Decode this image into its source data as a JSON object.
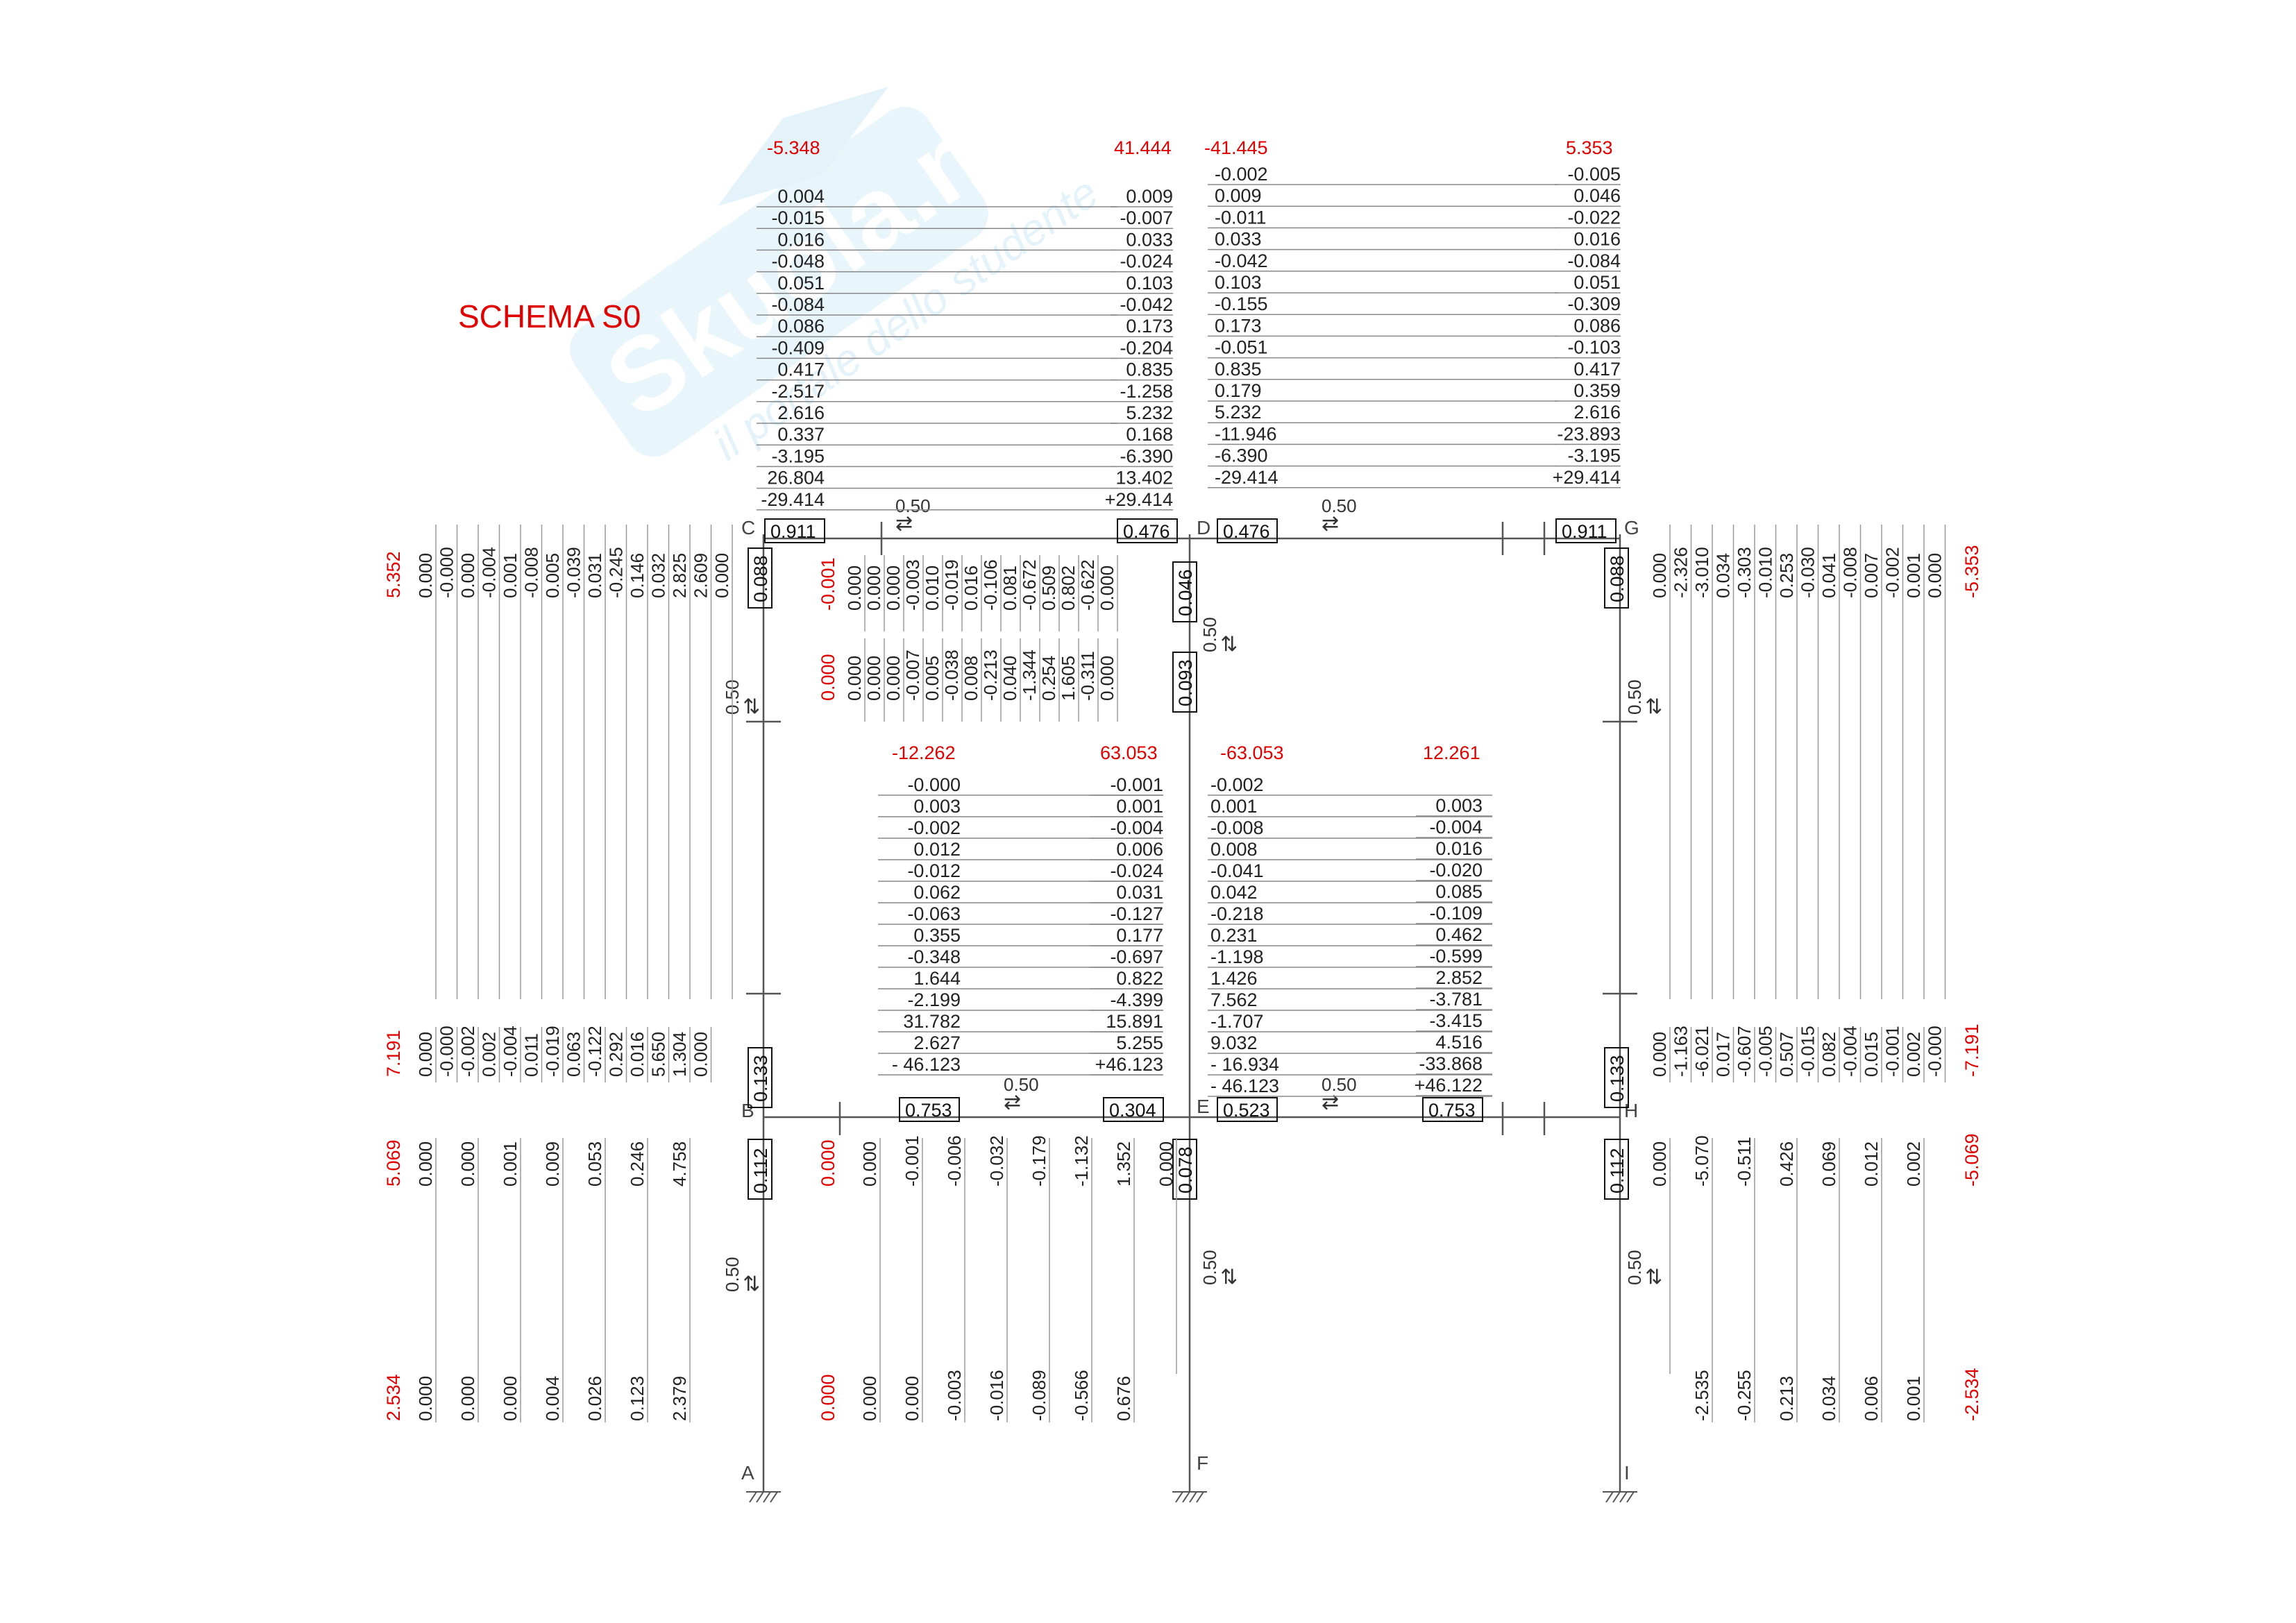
{
  "page": {
    "title": "SCHEMA S0"
  },
  "colors": {
    "black": "#222222",
    "red": "#e00000",
    "line": "#777777",
    "watermark": "#bfe4f4"
  },
  "watermark": {
    "brand": "Skuola.net",
    "tagline": "il portale dello studente",
    "icon": "graduation-cap-icon"
  },
  "nodes": [
    "A",
    "B",
    "C",
    "D",
    "E",
    "F",
    "G",
    "H",
    "I"
  ],
  "step_labels": [
    "0.50",
    "0.50",
    "0.50",
    "0.50",
    "0.50",
    "0.50",
    "0.50",
    "0.50",
    "0.50",
    "0.50"
  ],
  "distribution_factors": {
    "C_beam": "0.911",
    "C_column": "0.088",
    "D_beam_left": "0.476",
    "D_beam_right": "0.476",
    "D_column_upper": "0.046",
    "D_column_lower": "0.093",
    "G_beam": "0.911",
    "G_column": "0.088",
    "B_beam": "0.753",
    "B_column_upper": "0.133",
    "B_column_lower": "0.112",
    "E_beam_left": "0.304",
    "E_beam_right": "0.523",
    "E_column_lower": "0.078",
    "H_beam": "0.753",
    "H_column_upper": "0.133",
    "H_column_lower": "0.112"
  },
  "top_beam": {
    "CD": {
      "final_left": "-5.348",
      "final_right": "41.444",
      "left": [
        "0.004",
        "-0.015",
        "0.016",
        "-0.048",
        "0.051",
        "-0.084",
        "0.086",
        "-0.409",
        "0.417",
        "-2.517",
        "2.616",
        "0.337",
        "-3.195",
        "26.804",
        "-29.414"
      ],
      "right": [
        "0.009",
        "-0.007",
        "0.033",
        "-0.024",
        "0.103",
        "-0.042",
        "0.173",
        "-0.204",
        "0.835",
        "-1.258",
        "5.232",
        "0.168",
        "-6.390",
        "13.402",
        "+29.414"
      ]
    },
    "DG": {
      "final_left": "-41.445",
      "final_right": "5.353",
      "left": [
        "-0.002",
        "0.009",
        "-0.011",
        "0.033",
        "-0.042",
        "0.103",
        "-0.155",
        "0.173",
        "-0.051",
        "0.835",
        "0.179",
        "5.232",
        "-11.946",
        "-6.390",
        "-29.414"
      ],
      "right": [
        "-0.005",
        "0.046",
        "-0.022",
        "0.016",
        "-0.084",
        "0.051",
        "-0.309",
        "0.086",
        "-0.103",
        "0.417",
        "0.359",
        "2.616",
        "-23.893",
        "-3.195",
        "+29.414"
      ]
    }
  },
  "bottom_beam": {
    "BE": {
      "final_left": "-12.262",
      "final_right": "63.053",
      "left": [
        "-0.000",
        "0.003",
        "-0.002",
        "0.012",
        "-0.012",
        "0.062",
        "-0.063",
        "0.355",
        "-0.348",
        "1.644",
        "-2.199",
        "31.782",
        "2.627",
        "- 46.123"
      ],
      "right": [
        "-0.001",
        "0.001",
        "-0.004",
        "0.006",
        "-0.024",
        "0.031",
        "-0.127",
        "0.177",
        "-0.697",
        "0.822",
        "-4.399",
        "15.891",
        "5.255",
        "+46.123"
      ]
    },
    "EH": {
      "final_left": "-63.053",
      "final_right": "12.261",
      "left": [
        "-0.002",
        "0.001",
        "-0.008",
        "0.008",
        "-0.041",
        "0.042",
        "-0.218",
        "0.231",
        "-1.198",
        "1.426",
        "7.562",
        "-1.707",
        "9.032",
        "- 16.934",
        "- 46.123"
      ],
      "right": [
        "0.003",
        "-0.004",
        "0.016",
        "-0.020",
        "0.085",
        "-0.109",
        "0.462",
        "-0.599",
        "2.852",
        "-3.781",
        "-3.415",
        "4.516",
        "-33.868",
        "+46.122"
      ]
    }
  },
  "columns": {
    "BC_top": {
      "final": "5.352",
      "values": [
        "0.000",
        "-0.000",
        "0.000",
        "-0.004",
        "0.001",
        "-0.008",
        "0.005",
        "-0.039",
        "0.031",
        "-0.245",
        "0.146",
        "0.032",
        "2.825",
        "2.609",
        "0.000"
      ]
    },
    "DE_top": {
      "final": "-0.001",
      "values": [
        "0.000",
        "0.000",
        "0.000",
        "-0.003",
        "0.010",
        "-0.019",
        "0.016",
        "-0.106",
        "0.081",
        "-0.672",
        "0.509",
        "0.802",
        "-0.622",
        "0.000"
      ]
    },
    "DE_bottom": {
      "final": "0.000",
      "values": [
        "0.000",
        "0.000",
        "0.000",
        "-0.007",
        "0.005",
        "-0.038",
        "0.008",
        "-0.213",
        "0.040",
        "-1.344",
        "0.254",
        "1.605",
        "-0.311",
        "0.000"
      ]
    },
    "GH_top": {
      "final": "-5.353",
      "values": [
        "0.000",
        "-2.326",
        "-3.010",
        "0.034",
        "-0.303",
        "-0.010",
        "0.253",
        "-0.030",
        "0.041",
        "-0.008",
        "0.007",
        "-0.002",
        "0.001",
        "0.000"
      ]
    },
    "BC_bottom": {
      "final": "7.191",
      "values": [
        "0.000",
        "-0.000",
        "-0.002",
        "0.002",
        "-0.004",
        "0.011",
        "-0.019",
        "0.063",
        "-0.122",
        "0.292",
        "0.016",
        "5.650",
        "1.304",
        "0.000"
      ]
    },
    "GH_bottom": {
      "final": "-7.191",
      "values": [
        "0.000",
        "-1.163",
        "-6.021",
        "0.017",
        "-0.607",
        "-0.005",
        "0.507",
        "-0.015",
        "0.082",
        "-0.004",
        "0.015",
        "-0.001",
        "0.002",
        "-0.000"
      ]
    },
    "AB_top": {
      "final": "5.069",
      "values": [
        "0.000",
        "0.000",
        "0.001",
        "0.009",
        "0.053",
        "0.246",
        "4.758"
      ]
    },
    "AB_bottom": {
      "final": "2.534",
      "values": [
        "0.000",
        "0.000",
        "0.000",
        "0.004",
        "0.026",
        "0.123",
        "2.379"
      ]
    },
    "EF_top": {
      "final": "0.000",
      "values": [
        "0.000",
        "-0.001",
        "-0.006",
        "-0.032",
        "-0.179",
        "-1.132",
        "1.352",
        "0.000"
      ]
    },
    "EF_bottom": {
      "final": "0.000",
      "values": [
        "0.000",
        "0.000",
        "-0.003",
        "-0.016",
        "-0.089",
        "-0.566",
        "0.676"
      ]
    },
    "HI_top": {
      "final": "-5.069",
      "values": [
        "0.000",
        "-5.070",
        "-0.511",
        "0.426",
        "0.069",
        "0.012",
        "0.002"
      ]
    },
    "HI_bottom": {
      "final": "-2.534",
      "values": [
        "-2.535",
        "-0.255",
        "0.213",
        "0.034",
        "0.006",
        "0.001"
      ]
    }
  }
}
